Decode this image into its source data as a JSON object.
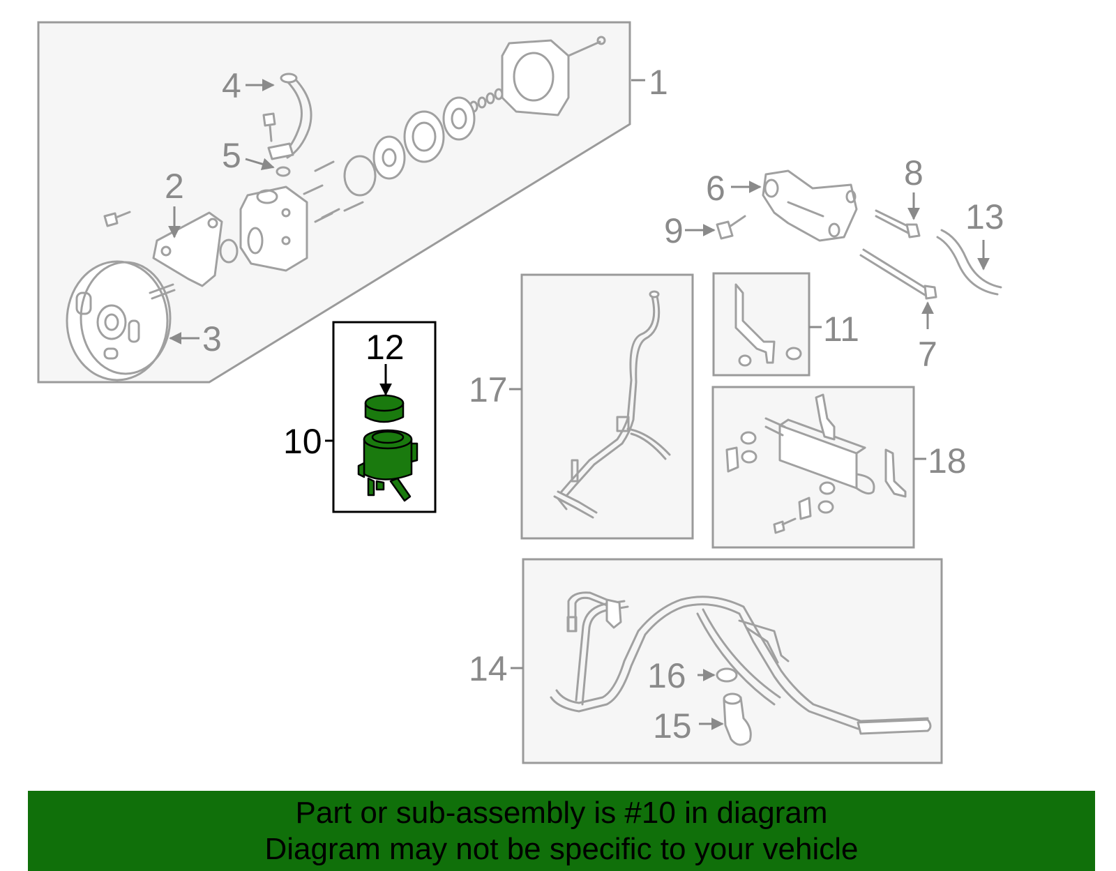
{
  "callouts": {
    "c1": "1",
    "c2": "2",
    "c3": "3",
    "c4": "4",
    "c5": "5",
    "c6": "6",
    "c7": "7",
    "c8": "8",
    "c9": "9",
    "c10": "10",
    "c11": "11",
    "c12": "12",
    "c13": "13",
    "c14": "14",
    "c15": "15",
    "c16": "16",
    "c17": "17",
    "c18": "18"
  },
  "highlight": {
    "part": "10",
    "color": "#1a7a0e"
  },
  "banner": {
    "color": "#10700a",
    "line1": "Part or sub-assembly is #10 in diagram",
    "line2": "Diagram may not be specific to your vehicle"
  }
}
